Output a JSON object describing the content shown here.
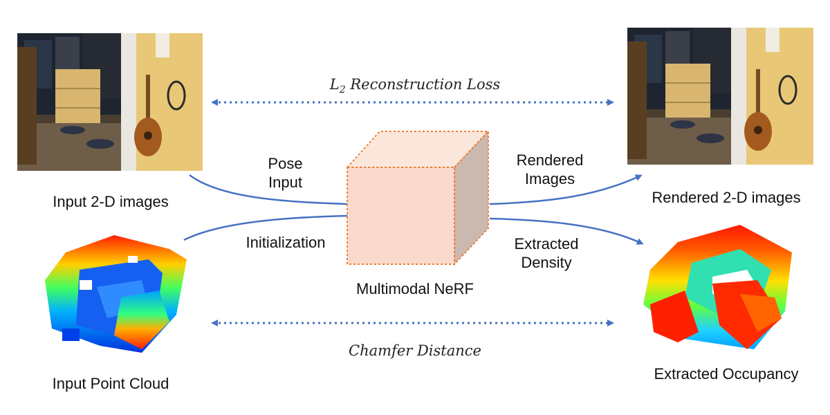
{
  "labels": {
    "input_images": "Input 2-D images",
    "input_point_cloud": "Input Point Cloud",
    "rendered_images_caption": "Rendered 2-D images",
    "extracted_occupancy": "Extracted Occupancy",
    "pose_line1": "Pose",
    "pose_line2": "Input",
    "initialization": "Initialization",
    "rendered_line1": "Rendered",
    "rendered_line2": "Images",
    "extracted_line1": "Extracted",
    "extracted_line2": "Density",
    "nerf": "Multimodal NeRF"
  },
  "losses": {
    "reconstruction_symbol": "L",
    "reconstruction_subscript": "2",
    "reconstruction_text": "Reconstruction Loss",
    "chamfer": "Chamfer Distance"
  },
  "colors": {
    "arrow": "#4472c4",
    "cube_border": "#ed7d31",
    "cube_front": "#f9d9cc",
    "cube_side": "#cbb8ae",
    "cube_top": "#fbe6dc"
  }
}
